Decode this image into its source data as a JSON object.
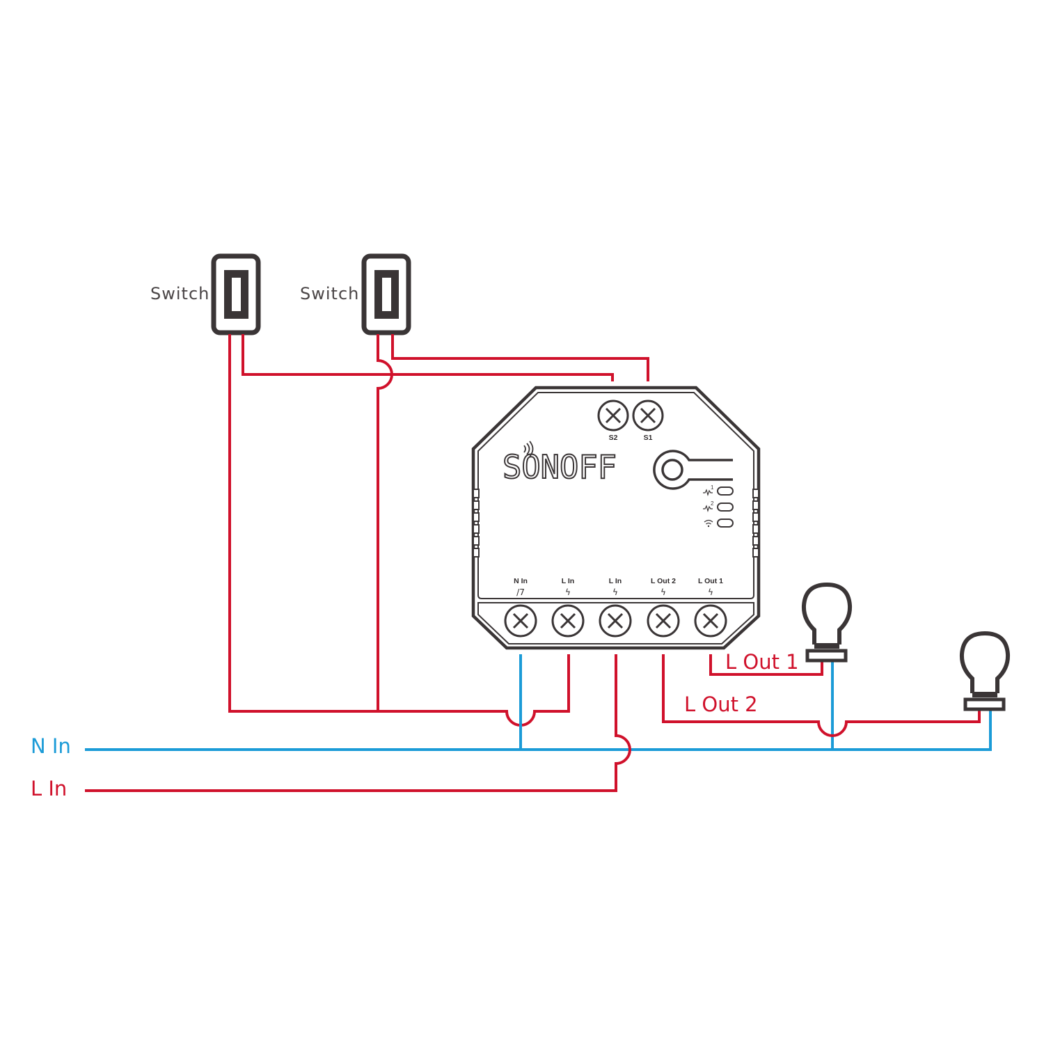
{
  "colors": {
    "live": "#d0112b",
    "neutral": "#1b9bd7",
    "device": "#3a3536"
  },
  "switches": [
    {
      "label": "Switch"
    },
    {
      "label": "Switch"
    }
  ],
  "device": {
    "brand": "SONOFF",
    "top_terminals": [
      {
        "label": "S2"
      },
      {
        "label": "S1"
      }
    ],
    "bottom_terminals": [
      {
        "label": "N In",
        "symbol": "/7"
      },
      {
        "label": "L In",
        "symbol": "ϟ"
      },
      {
        "label": "L In",
        "symbol": "ϟ"
      },
      {
        "label": "L Out 2",
        "symbol": "ϟ"
      },
      {
        "label": "L Out 1",
        "symbol": "ϟ"
      }
    ],
    "indicators": [
      {
        "icon": "pulse-1-icon",
        "sup": "1"
      },
      {
        "icon": "pulse-2-icon",
        "sup": "2"
      },
      {
        "icon": "wifi-icon"
      }
    ]
  },
  "wires": {
    "n_in": "N In",
    "l_in": "L In",
    "l_out_1": "L Out 1",
    "l_out_2": "L Out 2"
  },
  "loads": [
    {
      "icon": "light-bulb-icon"
    },
    {
      "icon": "light-bulb-icon"
    }
  ]
}
